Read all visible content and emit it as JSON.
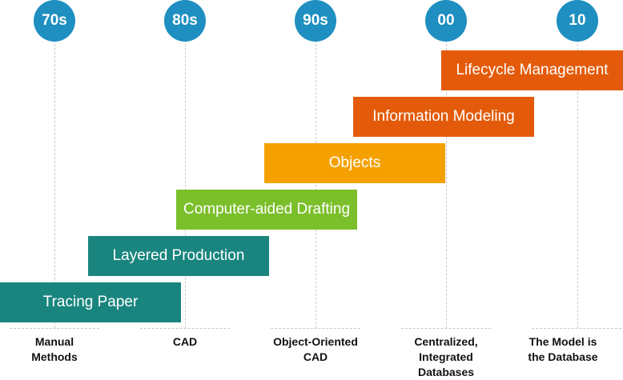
{
  "eras": [
    {
      "label": "70s",
      "caption": "Manual\nMethods"
    },
    {
      "label": "80s",
      "caption": "CAD"
    },
    {
      "label": "90s",
      "caption": "Object-Oriented\nCAD"
    },
    {
      "label": "00",
      "caption": "Centralized,\nIntegrated\nDatabases"
    },
    {
      "label": "10",
      "caption": "The Model is\nthe Database"
    }
  ],
  "bars": [
    {
      "label": "Lifecycle Management",
      "color": "#e35b0a"
    },
    {
      "label": "Information Modeling",
      "color": "#e35b0a"
    },
    {
      "label": "Objects",
      "color": "#f4a100"
    },
    {
      "label": "Computer-aided Drafting",
      "color": "#7bbf2b"
    },
    {
      "label": "Layered Production",
      "color": "#19857e"
    },
    {
      "label": "Tracing Paper",
      "color": "#19857e"
    }
  ],
  "colors": {
    "era_circle": "#1e8fc0",
    "teal": "#19857e",
    "green": "#7bbf2b",
    "amber": "#f4a100",
    "orange": "#e35b0a"
  }
}
